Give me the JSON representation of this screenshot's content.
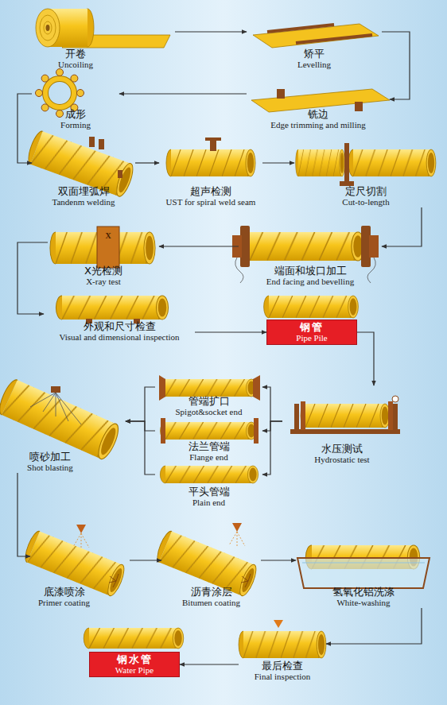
{
  "diagram": {
    "nodes": [
      {
        "text": [
          "开卷",
          "Uncoiling"
        ]
      },
      {
        "text": [
          "矫平",
          "Levelling"
        ]
      },
      {
        "text": [
          "成形",
          "Forming"
        ]
      },
      {
        "text": [
          "铣边",
          "Edge trimming and milling"
        ]
      },
      {
        "text": [
          "双面埋弧焊",
          "Tandenm welding"
        ]
      },
      {
        "text": [
          "超声检测",
          "UST for spiral weld seam"
        ]
      },
      {
        "text": [
          "定尺切割",
          "Cut-to-length"
        ]
      },
      {
        "text": [
          "X光检测",
          "X-ray test"
        ]
      },
      {
        "text": [
          "端面和坡口加工",
          "End facing and bevelling"
        ]
      },
      {
        "text": [
          "外观和尺寸检查",
          "Visual and dimensional inspection"
        ]
      },
      {
        "text": [
          "钢管",
          "Pipe Pile"
        ]
      },
      {
        "text": [
          "管端扩口",
          "Spigot&socket end"
        ]
      },
      {
        "text": [
          "喷砂加工",
          "Shot blasting"
        ]
      },
      {
        "text": [
          "法兰管端",
          "Flange end"
        ]
      },
      {
        "text": [
          "水压测试",
          "Hydrostatic test"
        ]
      },
      {
        "text": [
          "平头管端",
          "Plain end"
        ]
      },
      {
        "text": [
          "底漆喷涂",
          "Primer coating"
        ]
      },
      {
        "text": [
          "沥青涂层",
          "Bitumen coating"
        ]
      },
      {
        "text": [
          "氢氧化铝洗涤",
          "White-washing"
        ]
      },
      {
        "text": [
          "钢水管",
          "Water Pipe"
        ]
      },
      {
        "text": [
          "最后检查",
          "Final inspection"
        ]
      }
    ],
    "edges": [
      {
        "from": 0,
        "to": 1,
        "arrow": "to"
      },
      {
        "from": 1,
        "to": 3,
        "arrow": "to"
      },
      {
        "from": 3,
        "to": 2,
        "arrow": "to"
      },
      {
        "from": 2,
        "to": 4,
        "arrow": "to"
      },
      {
        "from": 4,
        "to": 5,
        "arrow": "to"
      },
      {
        "from": 5,
        "to": 6,
        "arrow": "to"
      },
      {
        "from": 6,
        "to": 8,
        "arrow": "to"
      },
      {
        "from": 8,
        "to": 7,
        "arrow": "to"
      },
      {
        "from": 7,
        "to": 9,
        "arrow": "to"
      },
      {
        "from": 9,
        "to": 10,
        "arrow": "to"
      },
      {
        "from": 10,
        "to": 14,
        "arrow": "to"
      },
      {
        "from": 14,
        "to": 11,
        "arrow": "to"
      },
      {
        "from": 14,
        "to": 13,
        "arrow": "to"
      },
      {
        "from": 14,
        "to": 15,
        "arrow": "to"
      },
      {
        "from": 11,
        "to": 12,
        "arrow": "to"
      },
      {
        "from": 13,
        "to": 12,
        "arrow": "to"
      },
      {
        "from": 15,
        "to": 12,
        "arrow": "to"
      },
      {
        "from": 12,
        "to": 16,
        "arrow": "to"
      },
      {
        "from": 16,
        "to": 17,
        "arrow": "to"
      },
      {
        "from": 17,
        "to": 18,
        "arrow": "to"
      },
      {
        "from": 18,
        "to": 20,
        "arrow": "to"
      },
      {
        "from": 20,
        "to": 19,
        "arrow": "to"
      }
    ],
    "labels": [
      "X"
    ]
  }
}
